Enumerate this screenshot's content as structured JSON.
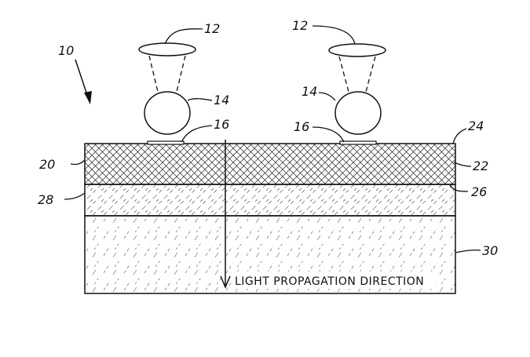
{
  "labels": {
    "device": "10",
    "light_source_left": "12",
    "light_source_right": "12",
    "lens_left": "14",
    "lens_right": "14",
    "spot_left": "16",
    "spot_right": "16",
    "top_layer_left": "20",
    "top_layer_right": "22",
    "top_surface": "24",
    "interface": "26",
    "middle_layer": "28",
    "substrate": "30"
  },
  "caption": "LIGHT PROPAGATION DIRECTION",
  "colors": {
    "ink": "#111111",
    "background": "#ffffff"
  }
}
